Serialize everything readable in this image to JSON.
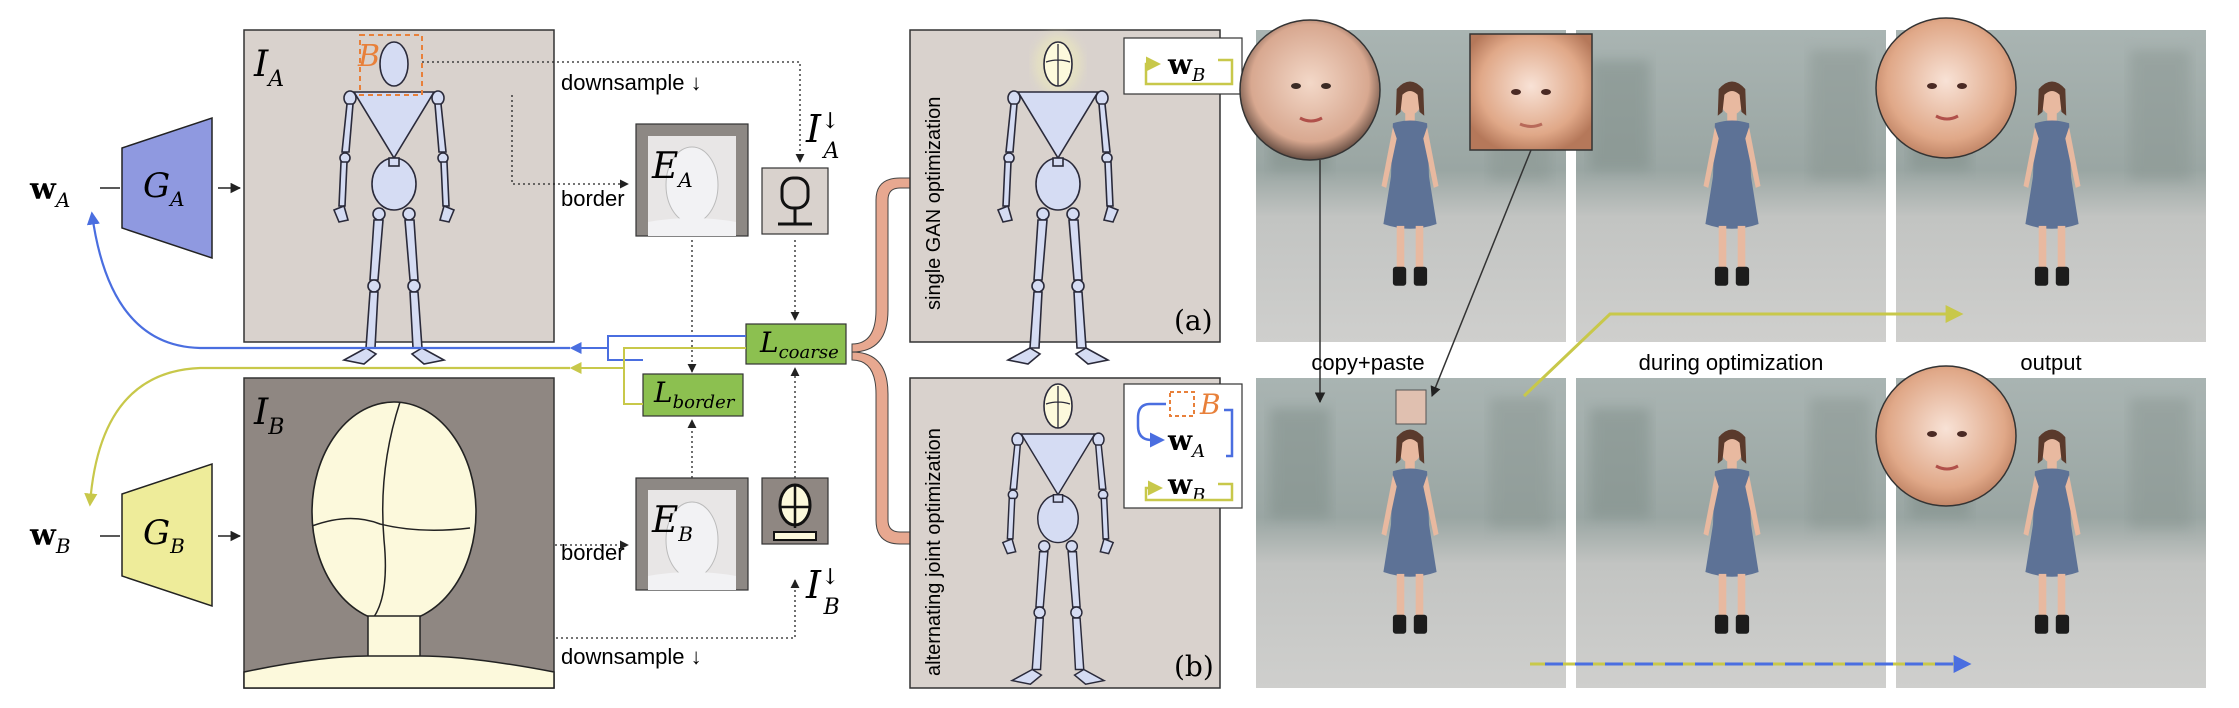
{
  "diagram": {
    "label_wA": "w",
    "label_wA_sub": "A",
    "label_wB": "w",
    "label_wB_sub": "B",
    "label_GA": "G",
    "label_GA_sub": "A",
    "label_GB": "G",
    "label_GB_sub": "B",
    "label_IA": "I",
    "label_IA_sub": "A",
    "label_IB": "I",
    "label_IB_sub": "B",
    "label_box_B": "B",
    "label_EA": "E",
    "label_EA_sub": "A",
    "label_EB": "E",
    "label_EB_sub": "B",
    "label_IA_down": "I",
    "label_IA_down_sub": "A",
    "label_IB_down": "I",
    "label_IB_down_sub": "B",
    "down_arrow_symbol": "↓",
    "downsample_top": "downsample ↓",
    "downsample_bottom": "downsample ↓",
    "border_top": "border",
    "border_bottom": "border",
    "loss_coarse": "L",
    "loss_coarse_sub": "coarse",
    "loss_border": "L",
    "loss_border_sub": "border",
    "panel_a_title": "single GAN optimization",
    "panel_a_tag": "(a)",
    "panel_b_title": "alternating joint optimization",
    "panel_b_tag": "(b)",
    "panel_a_legend": "w",
    "panel_a_legend_sub": "B",
    "panel_b_legend_box": "B",
    "panel_b_legend_1": "w",
    "panel_b_legend_1_sub": "A",
    "panel_b_legend_2": "w",
    "panel_b_legend_2_sub": "B"
  },
  "photos": {
    "label_copy_paste": "copy+paste",
    "label_during": "during optimization",
    "label_output": "output"
  },
  "colors": {
    "blue": "#4a6ee0",
    "yellow": "#c8c84a",
    "orange": "#e8803a",
    "green": "#8cc050",
    "panel": "#d9d2cd",
    "panel_dark": "#8f8782",
    "generator_blue": "#8f99e0",
    "generator_yellow": "#eeec9a",
    "figure_fill": "#d5dcf3",
    "face_fill": "#fcf9dc",
    "salmon": "#e7a890"
  }
}
